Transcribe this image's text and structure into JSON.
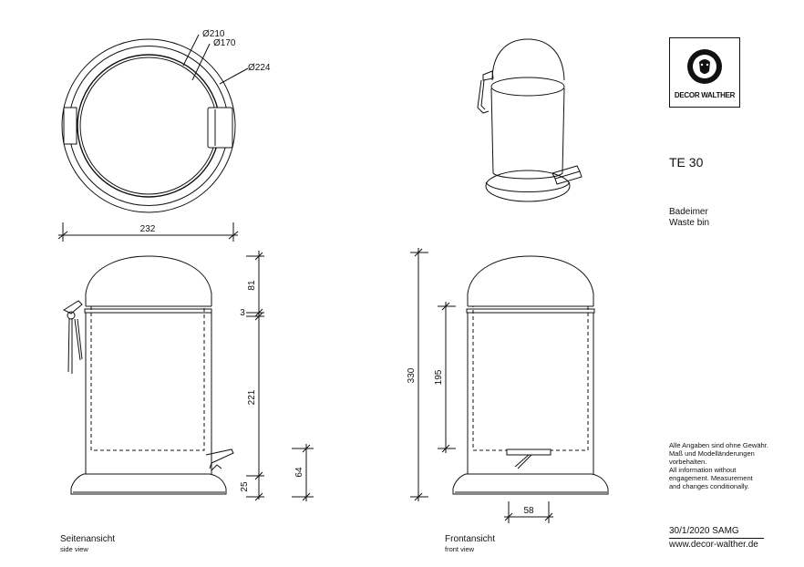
{
  "dimensions": {
    "top_inner_dia": "Ø210",
    "top_lid_dia": "Ø170",
    "top_outer_dia": "Ø224",
    "overall_width": "232",
    "lid_height": "81",
    "rim_height": "3",
    "body_height": "221",
    "base_height": "25",
    "pedal_height": "64",
    "overall_height": "330",
    "inner_height": "195",
    "pedal_width": "58"
  },
  "views": {
    "side_de": "Seitenansicht",
    "side_en": "side view",
    "front_de": "Frontansicht",
    "front_en": "front view"
  },
  "brand": {
    "logo_text": "DECOR WALTHER"
  },
  "product": {
    "model": "TE 30",
    "name_de": "Badeimer",
    "name_en": "Waste bin"
  },
  "disclaimer": {
    "line1": "Alle Angaben sind ohne Gewähr.",
    "line2": "Maß und Modelländerungen",
    "line3": "vorbehalten.",
    "line4": "All information without",
    "line5": "engagement. Measurement",
    "line6": "and changes conditionally."
  },
  "footer": {
    "date": "30/1/2020 SAMG",
    "website": "www.decor-walther.de"
  }
}
